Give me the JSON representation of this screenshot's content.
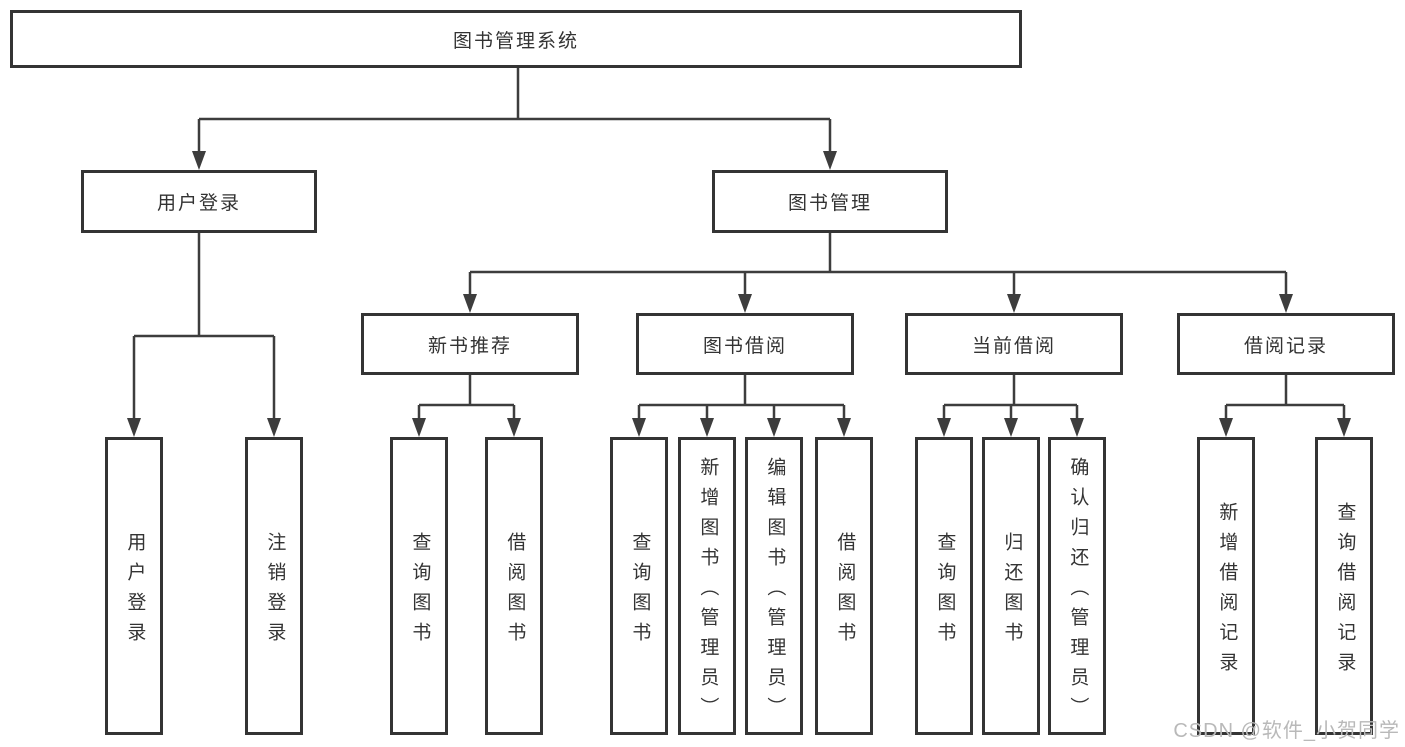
{
  "tree": {
    "root": "图书管理系统",
    "branches": [
      {
        "label": "用户登录",
        "children": [
          "用户登录",
          "注销登录"
        ]
      },
      {
        "label": "图书管理",
        "children": [
          {
            "label": "新书推荐",
            "children": [
              "查询图书",
              "借阅图书"
            ]
          },
          {
            "label": "图书借阅",
            "children": [
              "查询图书",
              "新增图书（管理员）",
              "编辑图书（管理员）",
              "借阅图书"
            ]
          },
          {
            "label": "当前借阅",
            "children": [
              "查询图书",
              "归还图书",
              "确认归还（管理员）"
            ]
          },
          {
            "label": "借阅记录",
            "children": [
              "新增借阅记录",
              "查询借阅记录"
            ]
          }
        ]
      }
    ]
  },
  "watermark": {
    "text": "CSDN @软件_小贺同学"
  },
  "colors": {
    "line": "#3d3d3d",
    "border": "#343434",
    "text": "#333333",
    "watermark": "#b9b9b9",
    "background": "#ffffff"
  }
}
